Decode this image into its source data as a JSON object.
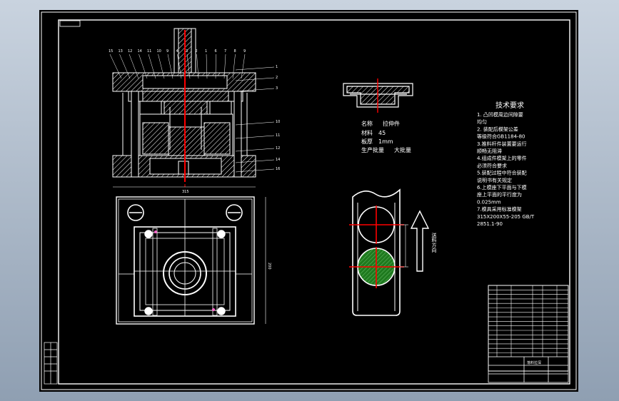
{
  "drawing": {
    "part_info": {
      "name_label": "名称",
      "name_value": "拉伸件",
      "material_label": "材料",
      "material_value": "45",
      "thickness_label": "板厚",
      "thickness_value": "1mm",
      "batch_label": "生产批量",
      "batch_value": "大批量"
    },
    "feed_direction": "送料方向",
    "tech_requirements": {
      "title": "技术要求",
      "lines": [
        "1. 凸凹模周边间隙要",
        "均匀",
        "2. 装配后模架公差",
        "等级符合GB1184-80",
        "3.推料杆件装置要运行",
        "顺畅无阻滞",
        "4.组成件模架上的零件",
        "必须符合要求",
        "5.装配过程中符合装配",
        "说明书有关规定",
        "6.上模座下平面与下模",
        "座上平面的平行度为",
        "0.025mm",
        "7.模具采用标准模架",
        "315X200X55-205 GB/T",
        "2851.1-90"
      ]
    },
    "callouts_top": [
      "15",
      "13",
      "12",
      "14",
      "11",
      "10",
      "9",
      "4",
      "3",
      "2",
      "1",
      "6",
      "7",
      "8",
      "9"
    ],
    "callouts_side": [
      "1",
      "2",
      "3",
      "10",
      "11",
      "12",
      "14",
      "16"
    ],
    "dims": {
      "width_label": "315",
      "height_label": "200"
    },
    "title_block": {
      "drawing_no": "落料拉深"
    },
    "colors": {
      "background": "#000000",
      "line": "#ffffff",
      "accent": "#ff0000",
      "fill_green": "#2a8a2a"
    }
  }
}
